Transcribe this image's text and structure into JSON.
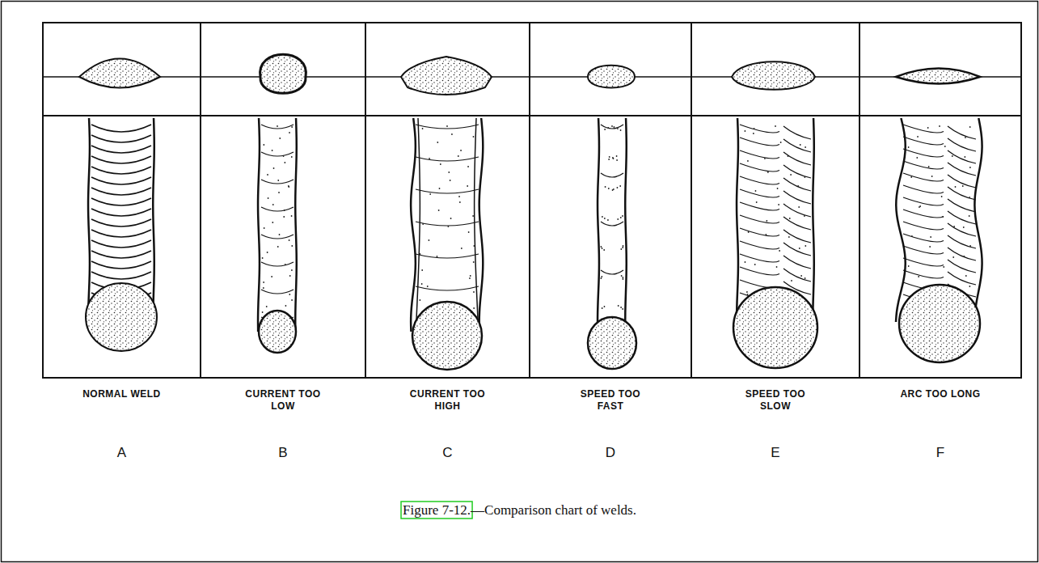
{
  "diagram": {
    "caption": "Figure 7-12.—Comparison chart of welds.",
    "labels": [
      "NORMAL WELD",
      "A",
      "CURRENT TOO LOW",
      "B",
      "CURRENT TOO HIGH",
      "C",
      "SPEED TOO FAST",
      "D",
      "SPEED TOO SLOW",
      "E",
      "ARC TOO LONG",
      "F"
    ]
  }
}
